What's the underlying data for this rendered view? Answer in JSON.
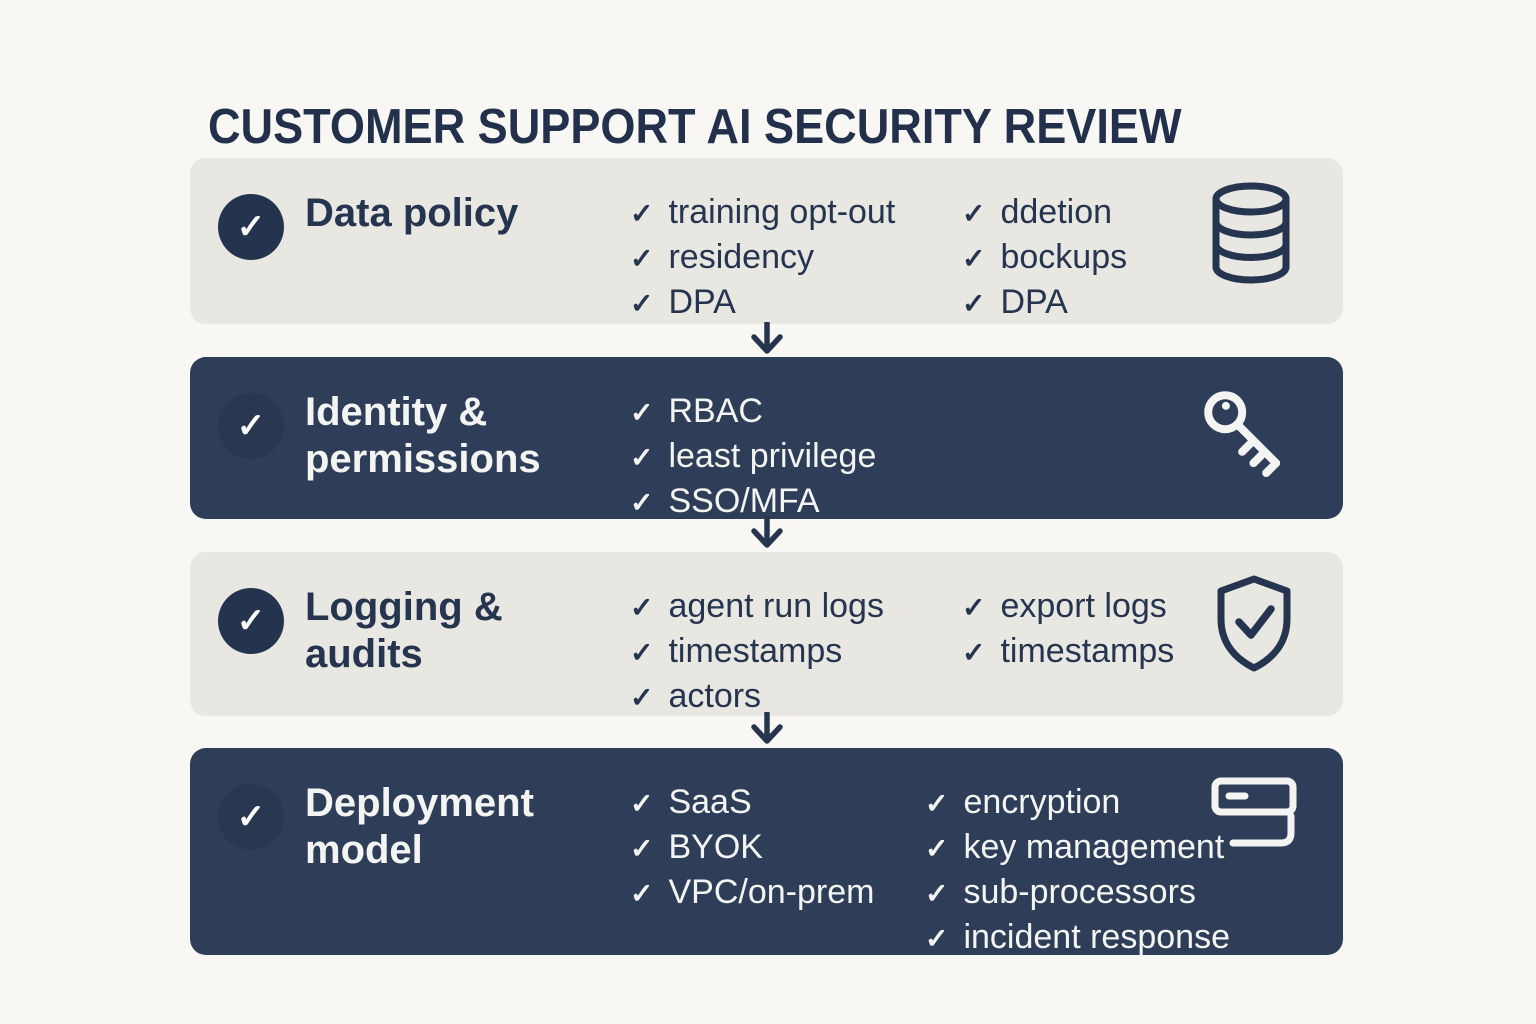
{
  "page": {
    "title": "CUSTOMER SUPPORT AI SECURITY REVIEW"
  },
  "glyphs": {
    "check": "✓",
    "arrow_down": "↓"
  },
  "colors": {
    "background": "#f8f7f4",
    "light_band": "#e9e7e2",
    "dark_band": "#2f3e58",
    "navy_text": "#26354f",
    "light_text": "#f4f5f3",
    "badge_on_light": "#24334e",
    "badge_on_dark": "#293850"
  },
  "rows": [
    {
      "theme": "light",
      "icon": "database-icon",
      "title_lines": [
        "Data policy"
      ],
      "col1": [
        "training opt-out",
        "residency",
        "DPA"
      ],
      "col2": [
        "ddetion",
        "bockups",
        "DPA"
      ]
    },
    {
      "theme": "dark",
      "icon": "key-icon",
      "title_lines": [
        "Identity &",
        "permissions"
      ],
      "col1": [
        "RBAC",
        "least privilege",
        "SSO/MFA"
      ],
      "col2": []
    },
    {
      "theme": "light",
      "icon": "shield-check-icon",
      "title_lines": [
        "Logging &",
        "audits"
      ],
      "col1": [
        "agent run logs",
        "timestamps",
        "actors"
      ],
      "col2": [
        "export logs",
        "timestamps"
      ]
    },
    {
      "theme": "dark",
      "icon": "server-icon",
      "title_lines": [
        "Deployment",
        "model"
      ],
      "col1": [
        "SaaS",
        "BYOK",
        "VPC/on-prem"
      ],
      "col2": [
        "encryption",
        "key management",
        "sub-processors",
        "incident response"
      ]
    }
  ]
}
